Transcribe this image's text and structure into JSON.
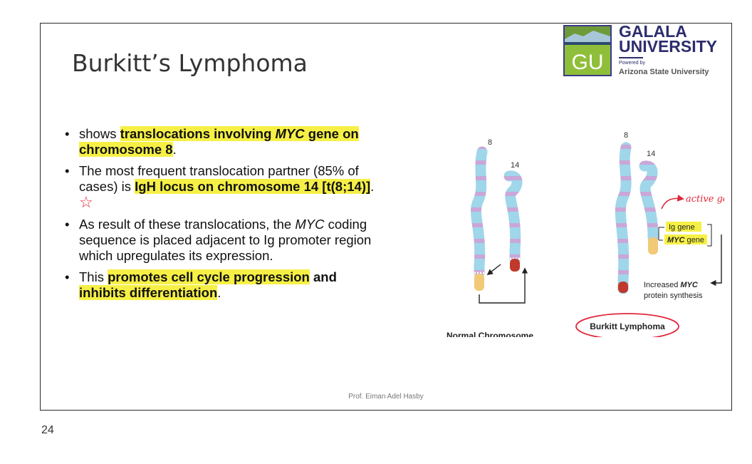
{
  "slide": {
    "title": "Burkitt’s Lymphoma",
    "footer": "Prof. Eiman Adel Hasby",
    "page_number": "24"
  },
  "logo": {
    "mark": "GU",
    "line1": "GALALA",
    "line2": "UNIVERSITY",
    "powered": "Powered by",
    "asu": "Arizona State University"
  },
  "bullets": {
    "b1": {
      "a": "shows ",
      "b": "translocations involving ",
      "c": "MYC",
      "d": " gene on chromosome 8",
      "e": "."
    },
    "b2": {
      "a": "The most frequent translocation partner (85% of cases) is ",
      "b": "IgH locus on chromosome 14 [t(8;14)]",
      "c": ". ",
      "star": "☆"
    },
    "b3": {
      "a": "As result of these translocations, the ",
      "b": "MYC",
      "c": " coding sequence is placed adjacent to Ig promoter region which upregulates its expression."
    },
    "b4": {
      "a": "This ",
      "b": "promotes cell cycle progression",
      "c": " and ",
      "d": "inhibits differentiation",
      "e": "."
    }
  },
  "figure": {
    "normal": {
      "label8": "8",
      "label14": "14",
      "caption": "Normal Chromosome"
    },
    "burkitt": {
      "label8": "8",
      "label14": "14",
      "active_gene": "active gene",
      "ig_gene": "Ig gene",
      "myc_gene_b": "MYC",
      "myc_gene_r": " gene",
      "increased_a": "Increased ",
      "increased_b": "MYC",
      "increased_c": "protein synthesis",
      "caption": "Burkitt Lymphoma"
    }
  }
}
